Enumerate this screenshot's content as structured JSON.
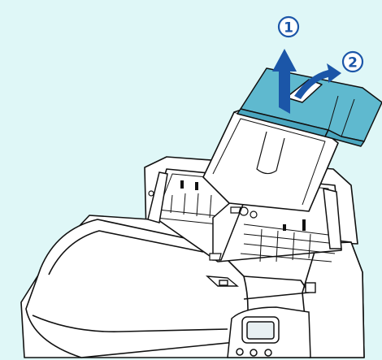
{
  "figure": {
    "steps": [
      {
        "number": "1",
        "action": "lift-up"
      },
      {
        "number": "2",
        "action": "pull-out"
      }
    ]
  },
  "colors": {
    "background": "#dff7f7",
    "scanner_body": "#ffffff",
    "outline": "#111111",
    "highlight_part": "#5fb9cf",
    "arrow": "#1b56a8"
  }
}
